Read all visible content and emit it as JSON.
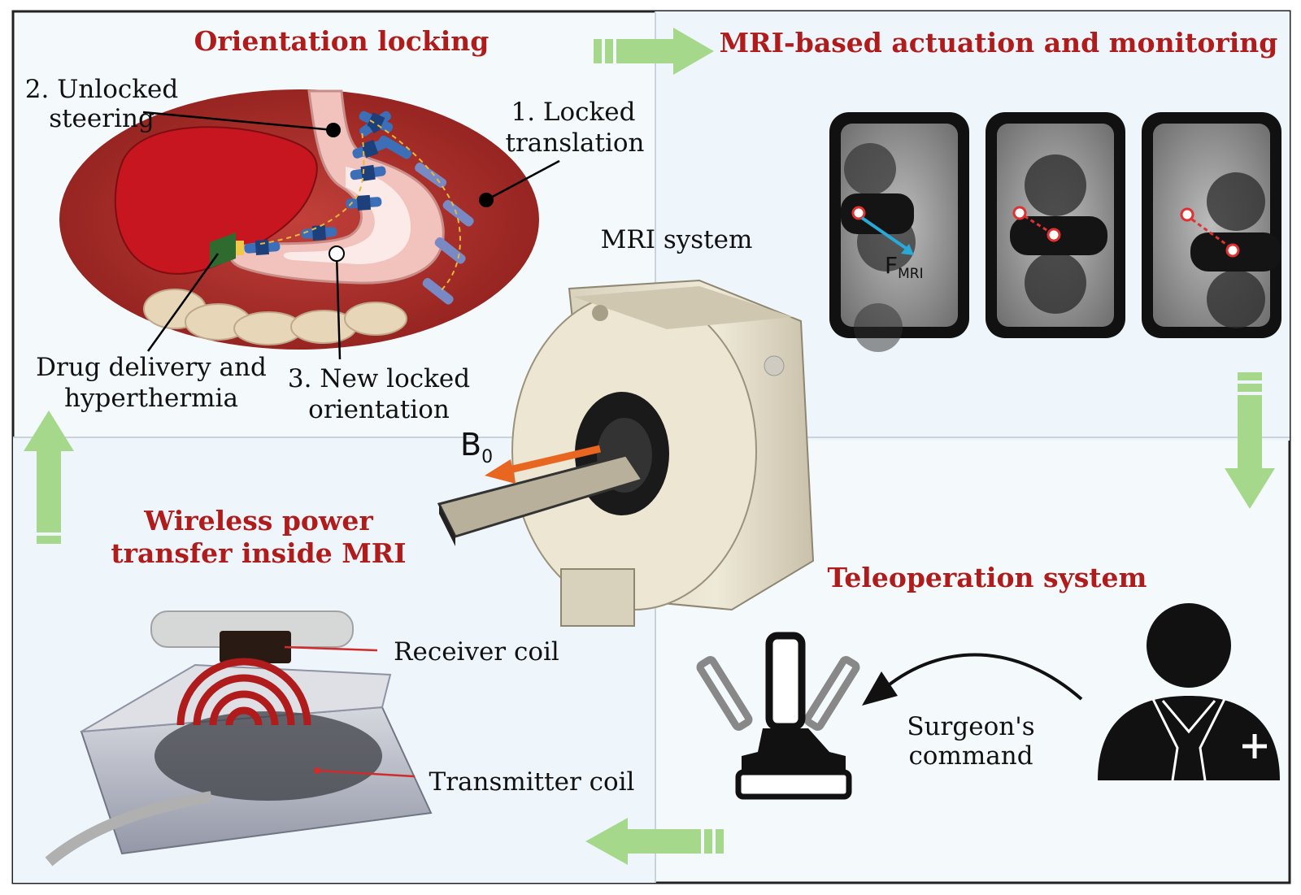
{
  "quadrants": {
    "orientation_locking": {
      "title": "Orientation locking",
      "labels": {
        "unlocked_line1": "2. Unlocked",
        "unlocked_line2": "steering",
        "locked_line1": "1. Locked",
        "locked_line2": "translation",
        "drug_line1": "Drug delivery and",
        "drug_line2": "hyperthermia",
        "new_locked_line1": "3. New locked",
        "new_locked_line2": "orientation"
      }
    },
    "mri_actuation": {
      "title": "MRI-based actuation and monitoring",
      "force_label": "F",
      "force_subscript": "MRI"
    },
    "wireless_power": {
      "title_line1": "Wireless power",
      "title_line2": "transfer inside MRI",
      "receiver_label": "Receiver coil",
      "transmitter_label": "Transmitter coil"
    },
    "teleoperation": {
      "title": "Teleoperation system",
      "command_line1": "Surgeon's",
      "command_line2": "command"
    }
  },
  "center": {
    "mri_label": "MRI system",
    "field_label": "B",
    "field_subscript": "0"
  },
  "colors": {
    "title_red": "#b01c1c",
    "flow_arrow_green": "#a6d88c",
    "panel_background": "#eef6fb",
    "force_arrow_cyan": "#29a9d8",
    "field_arrow_orange": "#e8661f"
  },
  "icons": [
    "flow-arrow-right",
    "flow-arrow-down",
    "flow-arrow-left",
    "flow-arrow-up",
    "joystick-icon",
    "surgeon-icon",
    "wireless-signal-icon"
  ]
}
